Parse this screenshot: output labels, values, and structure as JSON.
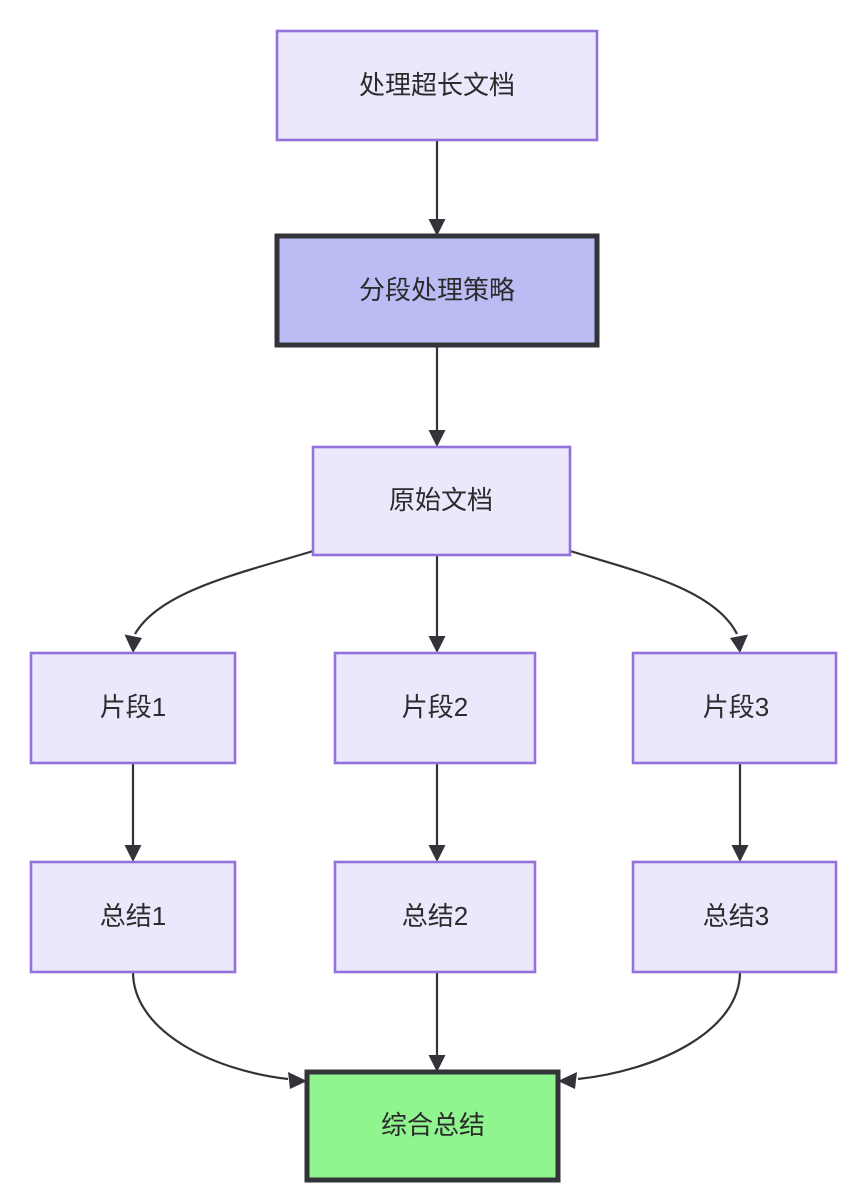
{
  "diagram": {
    "type": "flowchart",
    "direction": "top-down",
    "title": "处理超长文档",
    "background_color": "#ffffff",
    "palette": {
      "light_node_fill": "#ebe8fc",
      "light_node_border": "#9370db",
      "strategy_node_fill": "#bcbcf5",
      "strategy_node_border": "#33333a",
      "result_node_fill": "#90f58f",
      "result_node_border": "#33333a",
      "edge_color": "#33333a",
      "text_color": "#2b2b2b"
    },
    "nodes": [
      {
        "id": "n1",
        "label": "处理超长文档",
        "style": "light"
      },
      {
        "id": "n2",
        "label": "分段处理策略",
        "style": "strategy"
      },
      {
        "id": "n3",
        "label": "原始文档",
        "style": "light"
      },
      {
        "id": "n4",
        "label": "片段1",
        "style": "light"
      },
      {
        "id": "n5",
        "label": "片段2",
        "style": "light"
      },
      {
        "id": "n6",
        "label": "片段3",
        "style": "light"
      },
      {
        "id": "n7",
        "label": "总结1",
        "style": "light"
      },
      {
        "id": "n8",
        "label": "总结2",
        "style": "light"
      },
      {
        "id": "n9",
        "label": "总结3",
        "style": "light"
      },
      {
        "id": "n10",
        "label": "综合总结",
        "style": "result"
      }
    ],
    "edges": [
      {
        "from": "处理超长文档",
        "to": "分段处理策略"
      },
      {
        "from": "分段处理策略",
        "to": "原始文档"
      },
      {
        "from": "原始文档",
        "to": "片段1"
      },
      {
        "from": "原始文档",
        "to": "片段2"
      },
      {
        "from": "原始文档",
        "to": "片段3"
      },
      {
        "from": "片段1",
        "to": "总结1"
      },
      {
        "from": "片段2",
        "to": "总结2"
      },
      {
        "from": "片段3",
        "to": "总结3"
      },
      {
        "from": "总结1",
        "to": "综合总结"
      },
      {
        "from": "总结2",
        "to": "综合总结"
      },
      {
        "from": "总结3",
        "to": "综合总结"
      }
    ]
  }
}
